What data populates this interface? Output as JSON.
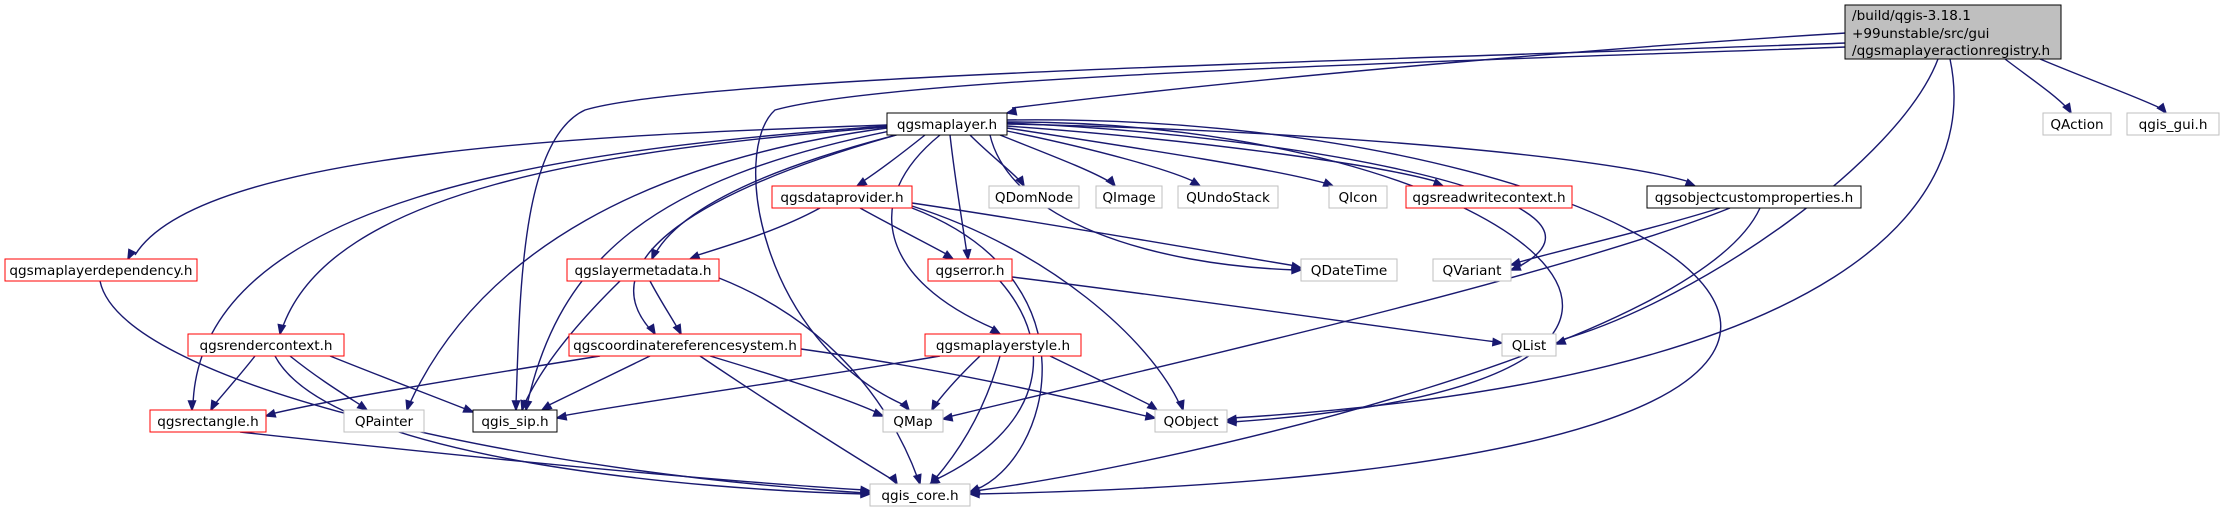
{
  "colors": {
    "edge": "#191970",
    "border_black": "#000000",
    "border_red": "#ff0000",
    "border_gray": "#bfbfbf",
    "fill_root": "#bfbfbf",
    "fill_default": "#ffffff"
  },
  "nodes": {
    "root": {
      "lines": [
        "/build/qgis-3.18.1",
        "+99unstable/src/gui",
        "/qgsmaplayeractionregistry.h"
      ]
    },
    "qgsmaplayer": {
      "label": "qgsmaplayer.h"
    },
    "qaction": {
      "label": "QAction"
    },
    "qgis_gui": {
      "label": "qgis_gui.h"
    },
    "qgsmaplayerdependency": {
      "label": "qgsmaplayerdependency.h"
    },
    "qgsdataprovider": {
      "label": "qgsdataprovider.h"
    },
    "qdomnode": {
      "label": "QDomNode"
    },
    "qimage": {
      "label": "QImage"
    },
    "qundostack": {
      "label": "QUndoStack"
    },
    "qicon": {
      "label": "QIcon"
    },
    "qgsreadwritecontext": {
      "label": "qgsreadwritecontext.h"
    },
    "qgsobjectcustomproperties": {
      "label": "qgsobjectcustomproperties.h"
    },
    "qgslayermetadata": {
      "label": "qgslayermetadata.h"
    },
    "qgserror": {
      "label": "qgserror.h"
    },
    "qdatetime": {
      "label": "QDateTime"
    },
    "qvariant": {
      "label": "QVariant"
    },
    "qgsrendercontext": {
      "label": "qgsrendercontext.h"
    },
    "qgscoordinatereferencesystem": {
      "label": "qgscoordinatereferencesystem.h"
    },
    "qgsmaplayerstyle": {
      "label": "qgsmaplayerstyle.h"
    },
    "qlist": {
      "label": "QList"
    },
    "qgsrectangle": {
      "label": "qgsrectangle.h"
    },
    "qpainter": {
      "label": "QPainter"
    },
    "qgis_sip": {
      "label": "qgis_sip.h"
    },
    "qmap": {
      "label": "QMap"
    },
    "qobject": {
      "label": "QObject"
    },
    "qgis_core": {
      "label": "qgis_core.h"
    }
  }
}
